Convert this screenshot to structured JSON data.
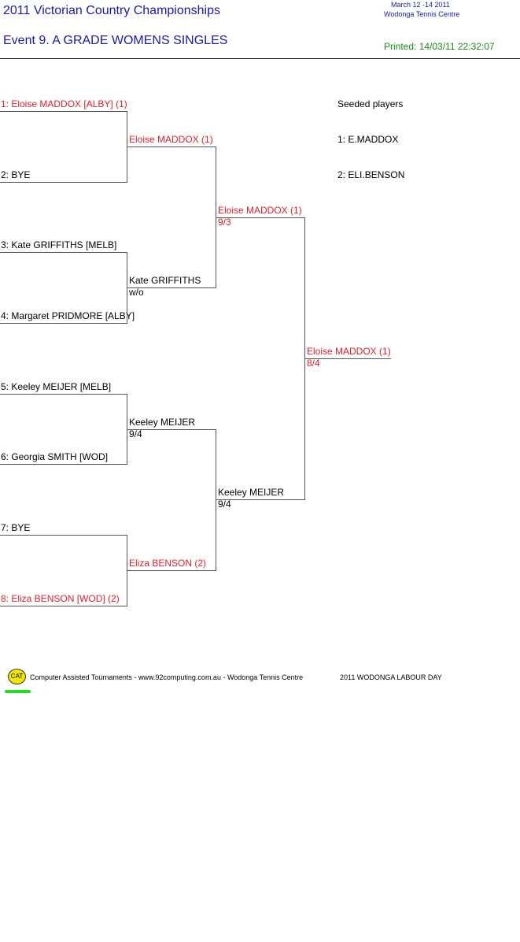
{
  "header": {
    "title": "2011 Victorian Country Championships",
    "dates": "March 12 -14 2011",
    "venue": "Wodonga Tennis Centre",
    "event": "Event 9. A GRADE WOMENS SINGLES",
    "printed": "Printed: 14/03/11 22:32:07"
  },
  "round1": [
    {
      "name": "1: Eloise MADDOX [ALBY] (1)",
      "seeded": true
    },
    {
      "name": "2: BYE",
      "seeded": false
    },
    {
      "name": "3: Kate GRIFFITHS [MELB]",
      "seeded": false
    },
    {
      "name": "4: Margaret PRIDMORE [ALBY]",
      "seeded": false
    },
    {
      "name": "5: Keeley MEIJER [MELB]",
      "seeded": false
    },
    {
      "name": "6: Georgia SMITH [WOD]",
      "seeded": false
    },
    {
      "name": "7: BYE",
      "seeded": false
    },
    {
      "name": "8: Eliza BENSON [WOD] (2)",
      "seeded": true
    }
  ],
  "round2": [
    {
      "name": "Eloise MADDOX (1)",
      "score": "",
      "seeded": true
    },
    {
      "name": "Kate GRIFFITHS",
      "score": "w/o",
      "seeded": false
    },
    {
      "name": "Keeley MEIJER",
      "score": "9/4",
      "seeded": false
    },
    {
      "name": "Eliza BENSON (2)",
      "score": "",
      "seeded": true
    }
  ],
  "semis": [
    {
      "name": "Eloise MADDOX (1)",
      "score": "9/3",
      "seeded": true
    },
    {
      "name": "Keeley MEIJER",
      "score": "9/4",
      "seeded": false
    }
  ],
  "final": {
    "name": "Eloise MADDOX (1)",
    "score": "8/4",
    "seeded": true
  },
  "seeds": {
    "heading": "Seeded players",
    "list": [
      "1: E.MADDOX",
      "2: ELI.BENSON"
    ]
  },
  "footer": {
    "logo": "CAT",
    "credit": "Computer Assisted Tournaments - www.92computing.com.au -  Wodonga Tennis Centre",
    "tournament": "2011 WODONGA LABOUR DAY"
  },
  "colors": {
    "title": "#1a1aa6",
    "seeded": "#e0202a",
    "printed": "#1a8a1a",
    "logo": "#f2e600"
  }
}
